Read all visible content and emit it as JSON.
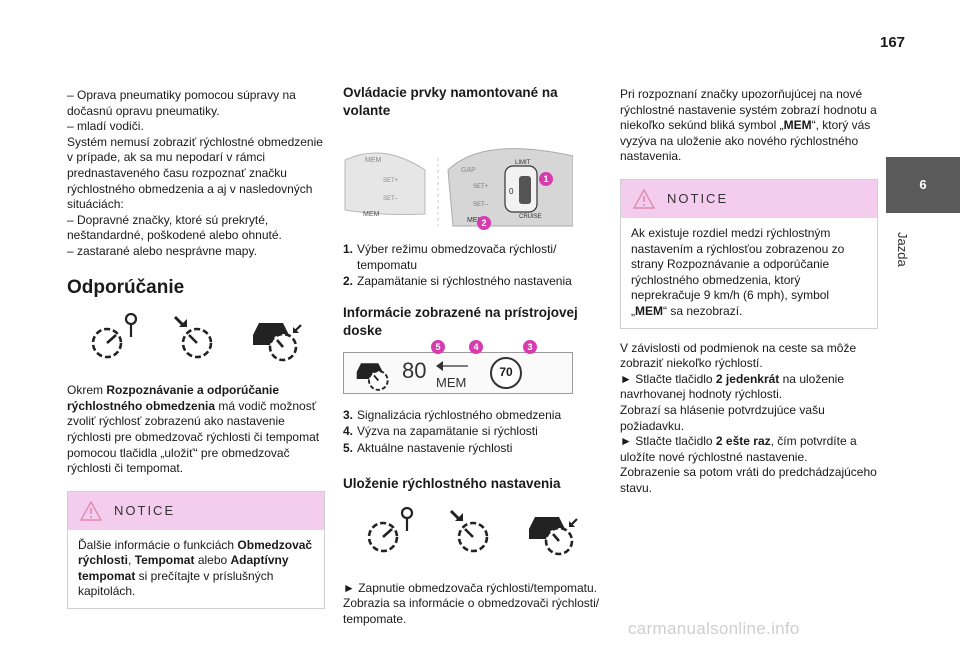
{
  "page": {
    "number": "167",
    "chapter_number": "6",
    "chapter_name": "Jazda"
  },
  "col1": {
    "intro_lines": [
      "– Oprava pneumatiky pomocou súpravy na dočasnú opravu pneumatiky.",
      "– mladí vodiči.",
      "Systém nemusí zobraziť rýchlostné obmedzenie v prípade, ak sa mu nepodarí v rámci prednastaveného času rozpoznať značku rýchlostného obmedzenia a aj v nasledovných situáciách:",
      "– Dopravné značky, ktoré sú prekryté, neštandardné, poškodené alebo ohnuté.",
      "– zastarané alebo nesprávne mapy."
    ],
    "heading": "Odporúčanie",
    "rec_before": "Okrem ",
    "rec_bold": "Rozpoznávanie a odporúčanie rýchlostného obmedzenia",
    "rec_after": " má vodič možnosť zvoliť rýchlosť zobrazenú ako nastavenie rýchlosti pre obmedzovač rýchlosti či tempomat pomocou tlačidla „uložiť“ pre obmedzovač rýchlosti či tempomat.",
    "notice": {
      "title": "NOTICE",
      "t1": "Ďalšie informácie o funkciách ",
      "b1": "Obmedzovač rýchlosti",
      "t2": ", ",
      "b2": "Tempomat",
      "t3": " alebo ",
      "b3": "Adaptívny tempomat",
      "t4": " si prečítajte v príslušných kapitolách."
    }
  },
  "col2": {
    "heading1": "Ovládacie prvky namontované na volante",
    "wheel_labels": {
      "mem": "MEM",
      "gap": "GAP",
      "set_plus": "SET+",
      "set_minus": "SET–",
      "limit": "LIMIT",
      "cruise": "CRUISE",
      "zero": "0"
    },
    "list1": [
      {
        "num": "1.",
        "text": "Výber režimu obmedzovača rýchlosti/ tempomatu"
      },
      {
        "num": "2.",
        "text": "Zapamätanie si rýchlostného nastavenia"
      }
    ],
    "heading2": "Informácie zobrazené na prístrojovej doske",
    "dash": {
      "speed": "80",
      "mem": "MEM",
      "sign": "70"
    },
    "list2": [
      {
        "num": "3.",
        "text": "Signalizácia rýchlostného obmedzenia"
      },
      {
        "num": "4.",
        "text": "Výzva na zapamätanie si rýchlosti"
      },
      {
        "num": "5.",
        "text": "Aktuálne nastavenie rýchlosti"
      }
    ],
    "heading3": "Uloženie rýchlostného nastavenia",
    "bottom_text": "► Zapnutie obmedzovača rýchlosti/tempomatu. Zobrazia sa informácie o obmedzovači rýchlosti/ tempomate.",
    "badges": [
      "1",
      "2",
      "3",
      "4",
      "5"
    ]
  },
  "col3": {
    "p1_before": "Pri rozpoznaní značky upozorňujúcej na nové rýchlostné nastavenie systém zobrazí hodnotu a niekoľko sekúnd bliká symbol „",
    "p1_bold": "MEM",
    "p1_after": "“, ktorý vás vyzýva na uloženie ako nového rýchlostného nastavenia.",
    "notice": {
      "title": "NOTICE",
      "t1": "Ak existuje rozdiel medzi rýchlostným nastavením a rýchlosťou zobrazenou zo strany Rozpoznávanie a odporúčanie rýchlostného obmedzenia, ktorý neprekračuje 9 km/h (6 mph), symbol „",
      "b1": "MEM",
      "t2": "“ sa nezobrazí."
    },
    "p2": "V závislosti od podmienok na ceste sa môže zobraziť niekoľko rýchlostí.",
    "p3_before": "► Stlačte tlačidlo ",
    "p3_bold": "2 jedenkrát",
    "p3_after": " na uloženie navrhovanej hodnoty rýchlosti.",
    "p4": "Zobrazí sa hlásenie potvrdzujúce vašu požiadavku.",
    "p5_before": "► Stlačte tlačidlo ",
    "p5_bold": "2 ešte raz",
    "p5_after": ", čím potvrdíte a uložíte nové rýchlostné nastavenie.",
    "p6": "Zobrazenie sa potom vráti do predchádzajúceho stavu."
  },
  "watermark": "carmanualsonline.info",
  "colors": {
    "notice_bg": "#f4cdee",
    "badge": "#d63cb0",
    "tab": "#5a5a5a"
  }
}
